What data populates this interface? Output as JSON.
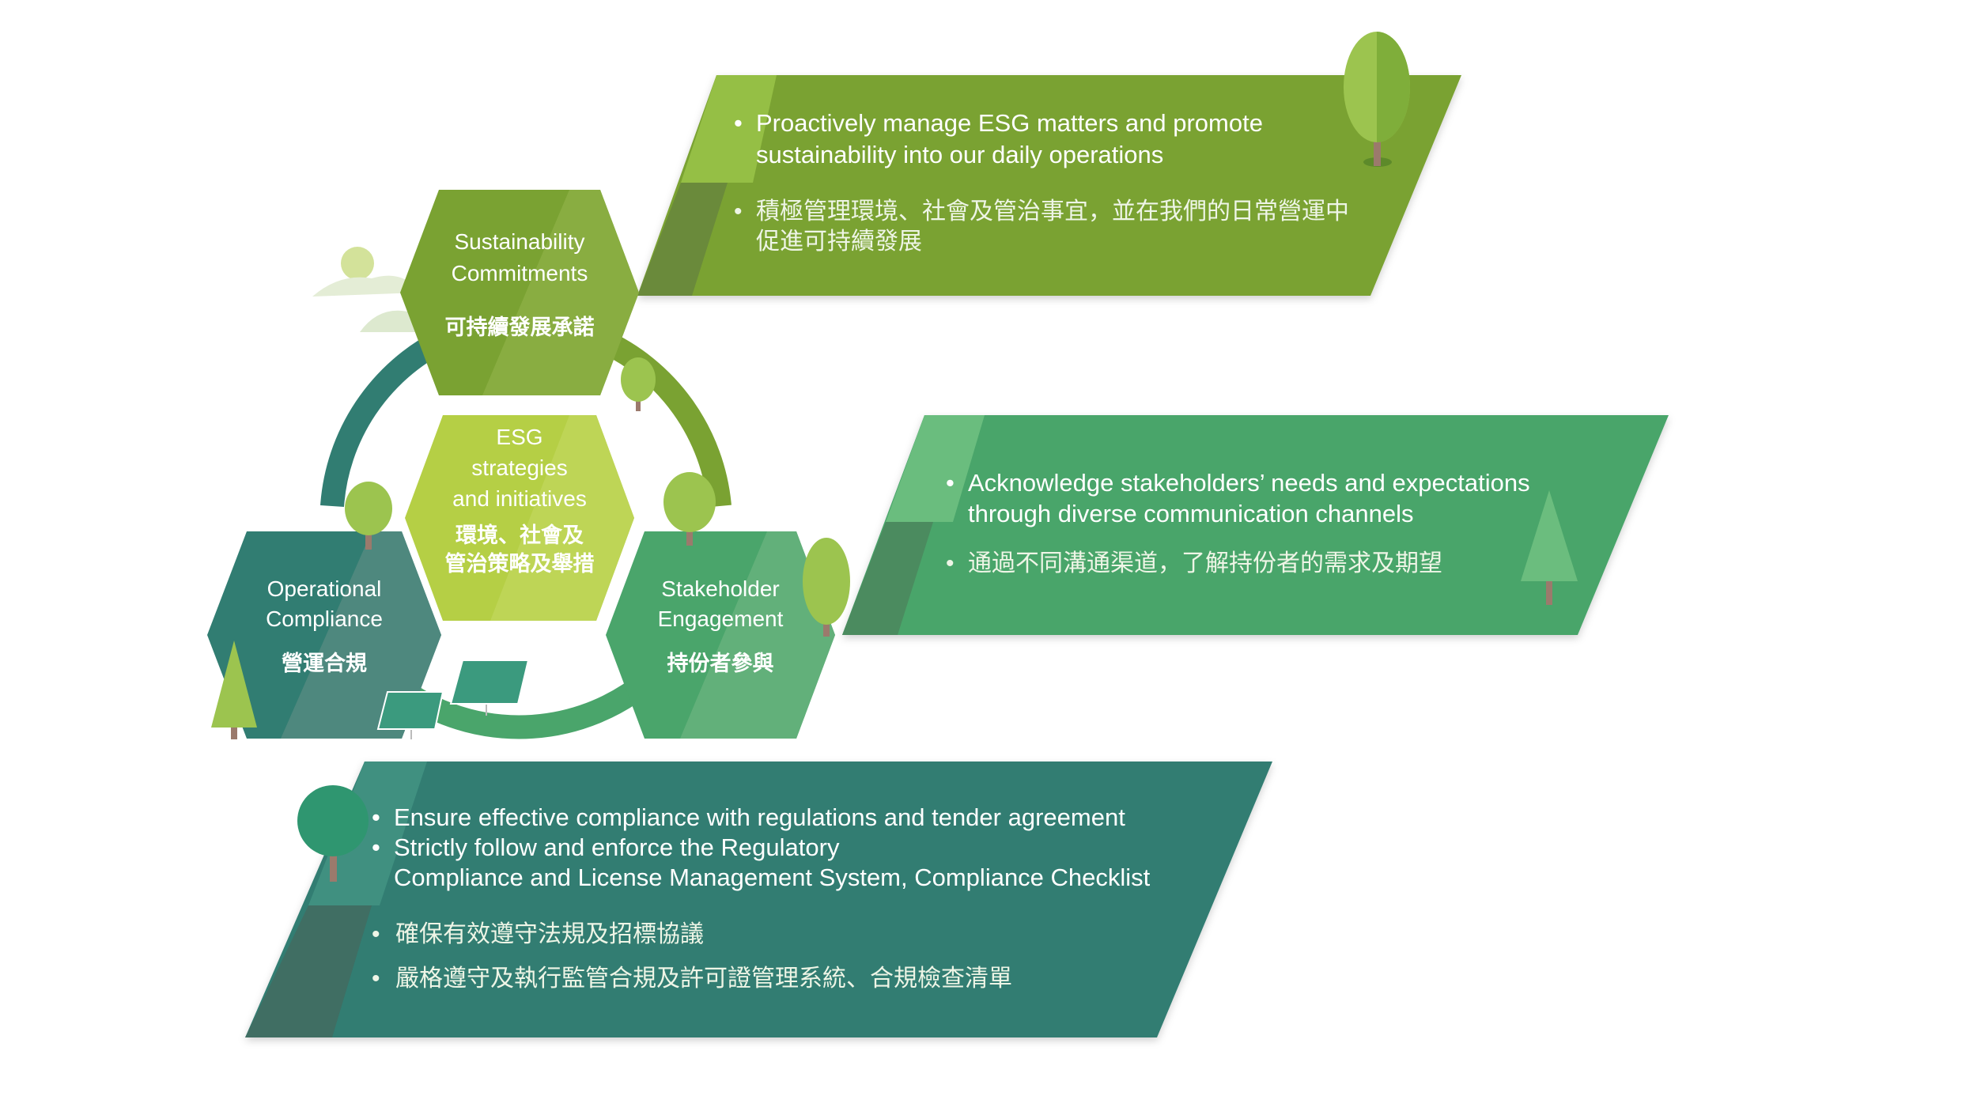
{
  "colors": {
    "olive_green": "#7aa232",
    "medium_green": "#4aa56b",
    "teal": "#317d72",
    "lime": "#b5cf45"
  },
  "hexagons": {
    "sustainability": {
      "en": [
        "Sustainability",
        "Commitments"
      ],
      "zh": "可持續發展承諾"
    },
    "esg": {
      "en": [
        "ESG",
        "strategies",
        "and initiatives"
      ],
      "zh": [
        "環境、社會及",
        "管治策略及舉措"
      ]
    },
    "operational": {
      "en": [
        "Operational",
        "Compliance"
      ],
      "zh": "營運合規"
    },
    "stakeholder": {
      "en": [
        "Stakeholder",
        "Engagement"
      ],
      "zh": "持份者參與"
    }
  },
  "panels": {
    "sustainability": {
      "en": [
        "Proactively manage ESG matters and promote",
        "sustainability into our daily operations"
      ],
      "zh": [
        "積極管理環境、社會及管治事宜，並在我們的日常營運中",
        "促進可持續發展"
      ]
    },
    "stakeholder": {
      "en": [
        "Acknowledge stakeholders’ needs and expectations",
        "through diverse communication channels"
      ],
      "zh": [
        "通過不同溝通渠道，了解持份者的需求及期望"
      ]
    },
    "operational": {
      "en": [
        "Ensure effective compliance with regulations and tender agreement",
        "Strictly follow and enforce the Regulatory",
        "Compliance and License Management System, Compliance Checklist"
      ],
      "zh": [
        "確保有效遵守法規及招標協議",
        "嚴格遵守及執行監管合規及許可證管理系統、合規檢查清單"
      ]
    },
    "bullet": "•"
  }
}
